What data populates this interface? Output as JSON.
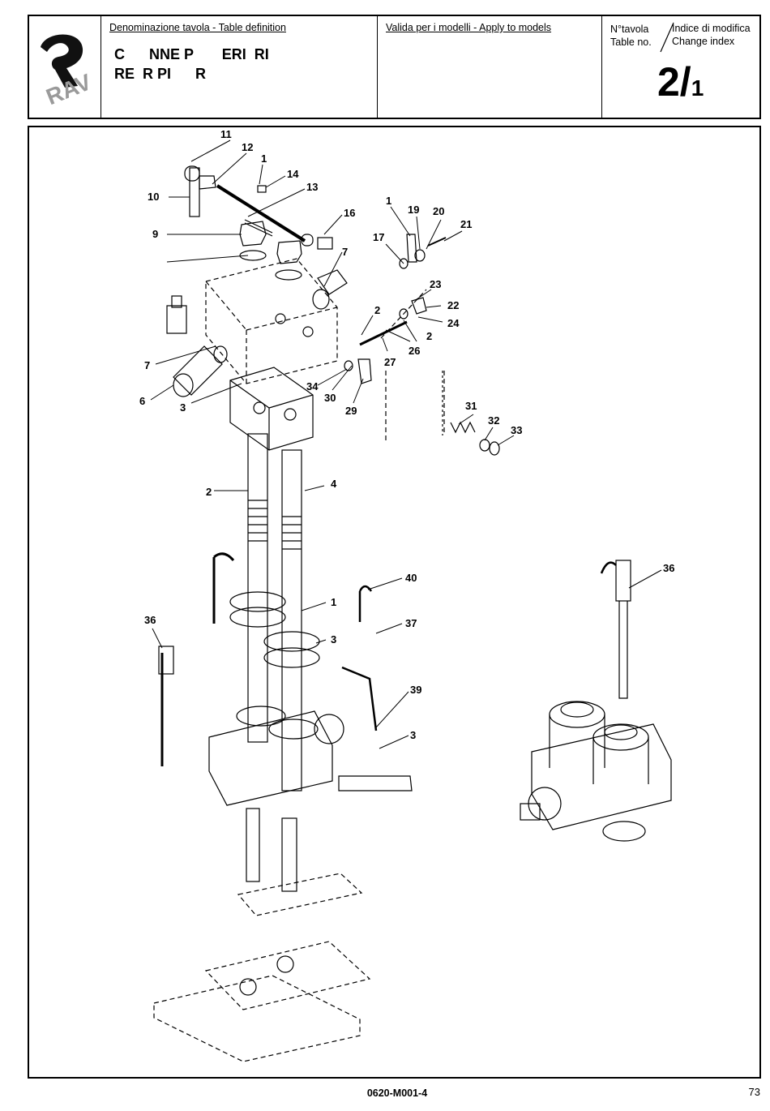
{
  "header": {
    "logo_text": "RAV",
    "definition_label": "Denominazione tavola - Table definition",
    "title_line1": "C      NNE P       ERI  RI",
    "title_line2": "RE  R PI      R",
    "models_label": "Valida per i modelli - Apply to models",
    "table_no_it": "N°tavola",
    "table_no_en": "Table no.",
    "change_index_it": "Indice di modifica",
    "change_index_en": "Change index",
    "table_number": "2/",
    "change_number": "1"
  },
  "callouts": [
    "11",
    "12",
    "1",
    "14",
    "13",
    "10",
    "16",
    "9",
    "1",
    "19",
    "20",
    "21",
    "17",
    "7",
    "23",
    "22",
    "24",
    "2",
    "2",
    "26",
    "27",
    "7",
    "34",
    "30",
    "29",
    "6",
    "3",
    "31",
    "32",
    "33",
    "2",
    "4",
    "36",
    "40",
    "1",
    "37",
    "36",
    "3",
    "39",
    "3"
  ],
  "footer": {
    "drawing_code": "0620-M001-4",
    "page_number": "73"
  }
}
